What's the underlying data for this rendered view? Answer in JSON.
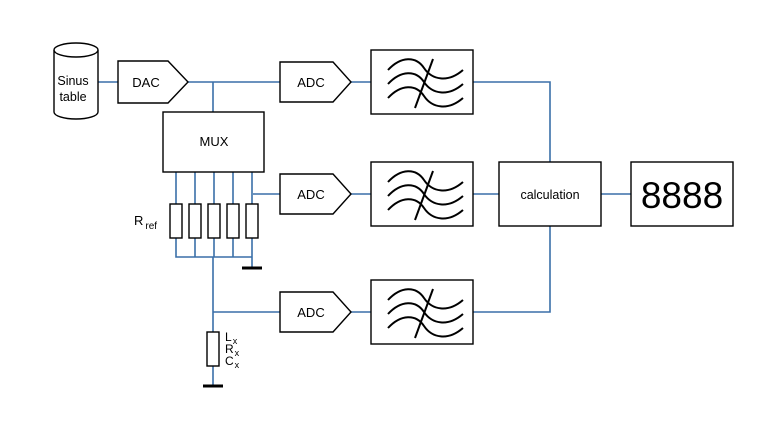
{
  "sinus_table": "Sinus table",
  "sinus_line1": "Sinus",
  "sinus_line2": "table",
  "dac": "DAC",
  "mux": "MUX",
  "adc_top": "ADC",
  "adc_mid": "ADC",
  "adc_bottom": "ADC",
  "calculation": "calculation",
  "display": "8888",
  "rref_main": "R",
  "rref_sub": "ref",
  "lx_main": "L",
  "rx_main": "R",
  "cx_main": "C",
  "x_sub": "x",
  "colors": {
    "wire": "#3a6fa8",
    "stroke": "#000000",
    "background": "#ffffff"
  }
}
